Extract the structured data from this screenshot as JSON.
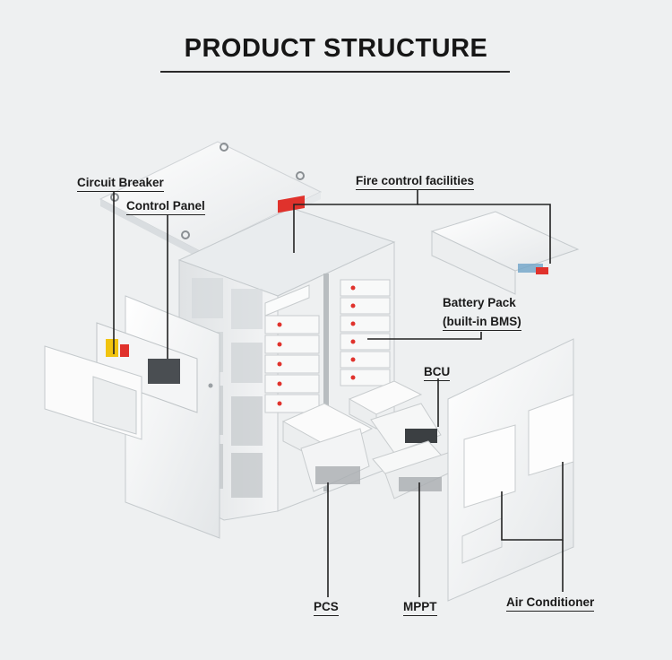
{
  "title": "PRODUCT STRUCTURE",
  "callouts": {
    "circuit_breaker": "Circuit Breaker",
    "control_panel": "Control Panel",
    "fire_control": "Fire control facilities",
    "battery_pack_line1": "Battery Pack",
    "battery_pack_line2": "(built-in BMS)",
    "bcu": "BCU",
    "pcs": "PCS",
    "mppt": "MPPT",
    "air_conditioner": "Air Conditioner"
  },
  "colors": {
    "background": "#eef0f1",
    "cabinet": "#f7f8f8",
    "cabinet_edge": "#c9cdd0",
    "fire_red": "#e0322c",
    "breaker_yellow": "#f1c40f",
    "line": "#222222"
  }
}
